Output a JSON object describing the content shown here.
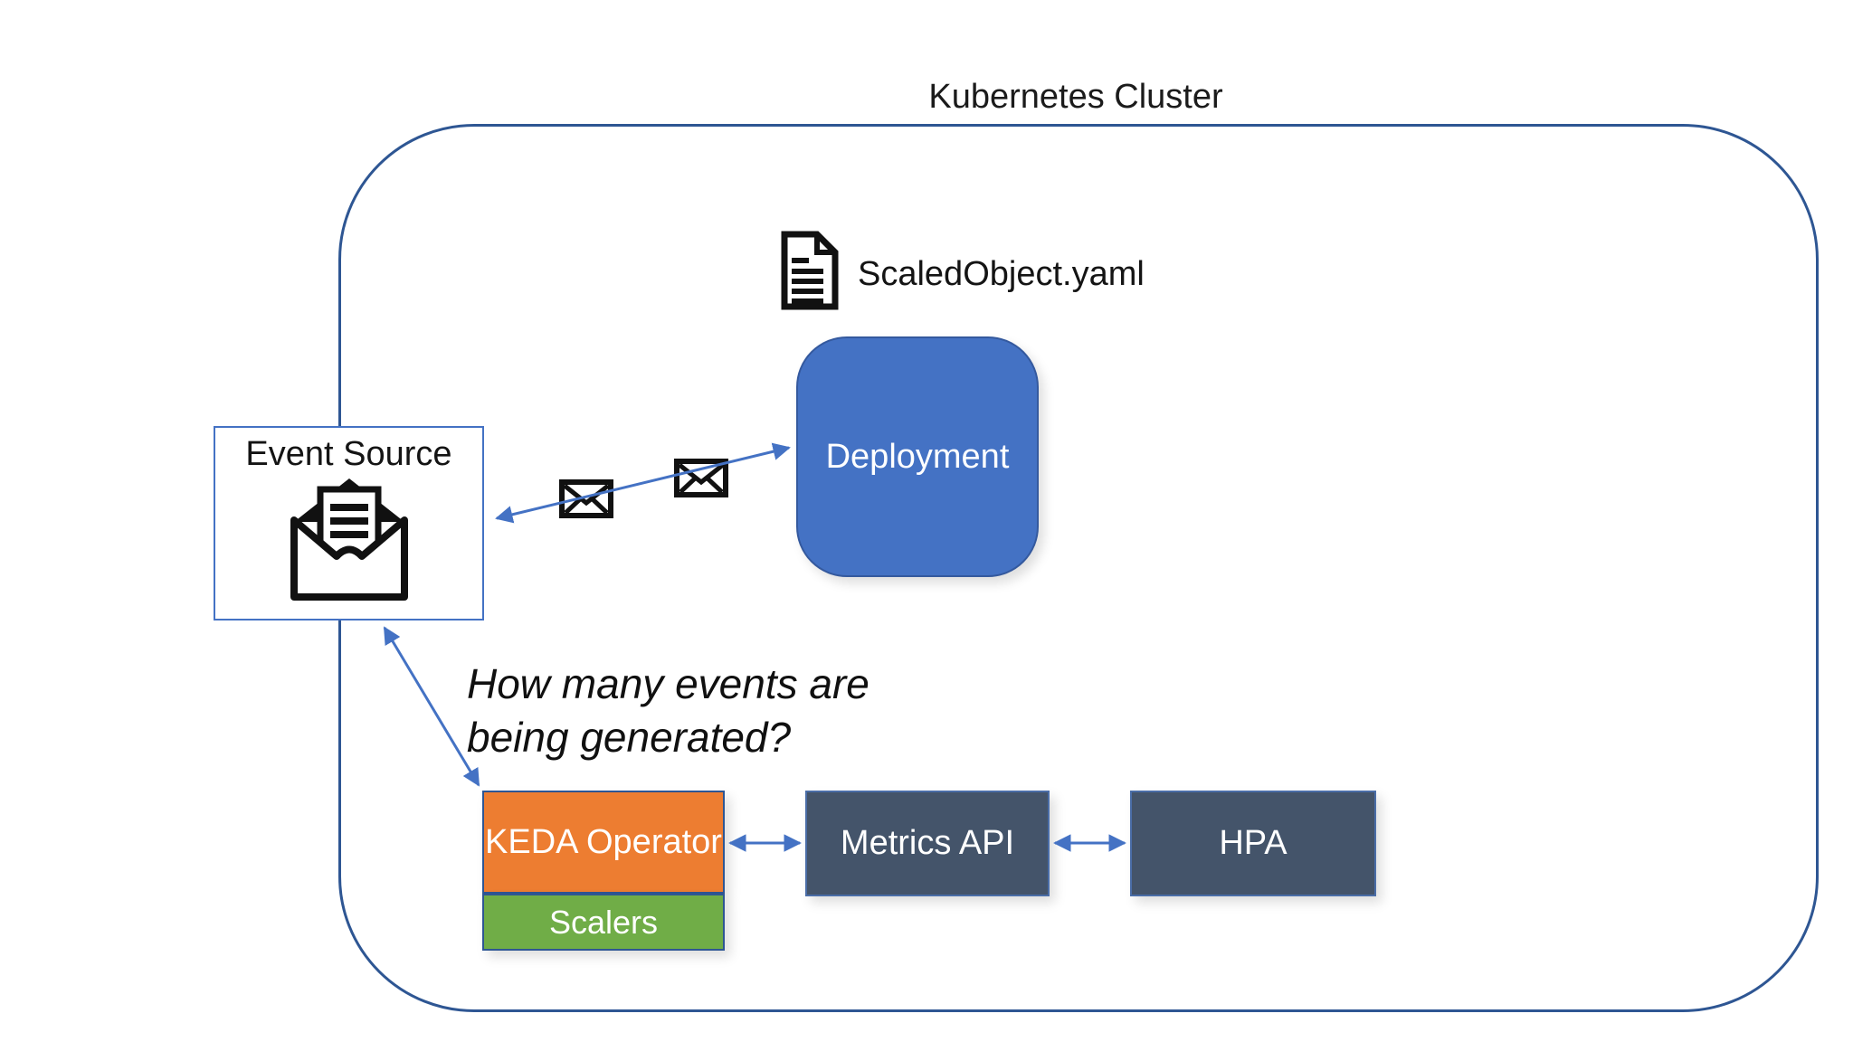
{
  "cluster": {
    "title": "Kubernetes Cluster",
    "border_color": "#2E5693"
  },
  "scaled_object": {
    "label": "ScaledObject.yaml",
    "icon": "document-icon"
  },
  "nodes": {
    "event_source": {
      "label": "Event Source",
      "icon": "open-envelope-icon",
      "fill": "#FFFFFF",
      "border": "#4472C4",
      "text_color": "#141414"
    },
    "deployment": {
      "label": "Deployment",
      "fill": "#4472C4",
      "text_color": "#FFFFFF"
    },
    "keda_operator": {
      "label": "KEDA Operator",
      "fill": "#ED7D31",
      "text_color": "#FFFFFF"
    },
    "scalers": {
      "label": "Scalers",
      "fill": "#70AD47",
      "text_color": "#FFFFFF"
    },
    "metrics_api": {
      "label": "Metrics API",
      "fill": "#44546A",
      "text_color": "#FFFFFF"
    },
    "hpa": {
      "label": "HPA",
      "fill": "#44546A",
      "text_color": "#FFFFFF"
    }
  },
  "annotations": {
    "question": {
      "line1": "How many events are",
      "line2": "being generated?",
      "style": "italic"
    }
  },
  "connections": [
    {
      "from": "event_source",
      "to": "deployment",
      "bidirectional": true,
      "decorations": [
        "envelope-icon",
        "envelope-icon"
      ]
    },
    {
      "from": "event_source",
      "to": "keda_operator",
      "bidirectional": true
    },
    {
      "from": "keda_operator",
      "to": "metrics_api",
      "bidirectional": true
    },
    {
      "from": "metrics_api",
      "to": "hpa",
      "bidirectional": true
    }
  ],
  "colors": {
    "arrow": "#4472C4",
    "cluster_border": "#2E5693",
    "deployment_blue": "#4472C4",
    "keda_orange": "#ED7D31",
    "scalers_green": "#70AD47",
    "dark_slate": "#44546A",
    "icon_black": "#111111"
  }
}
